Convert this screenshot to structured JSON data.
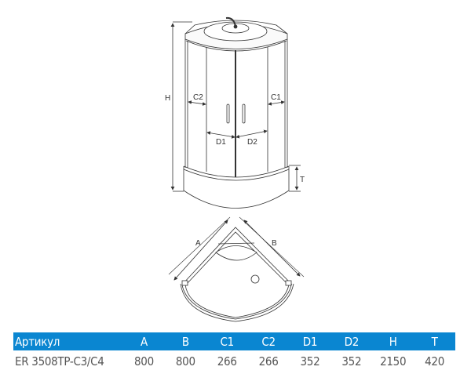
{
  "drawing": {
    "front_view_labels": {
      "height": "H",
      "tray_height": "T",
      "side_left": "C2",
      "side_right": "C1",
      "door_left": "D1",
      "door_right": "D2"
    },
    "top_view_labels": {
      "side_a": "A",
      "side_b": "B"
    }
  },
  "table": {
    "headers": [
      "Артикул",
      "A",
      "B",
      "C1",
      "C2",
      "D1",
      "D2",
      "H",
      "T"
    ],
    "rows": [
      [
        "ER 3508TP-C3/C4",
        "800",
        "800",
        "266",
        "266",
        "352",
        "352",
        "2150",
        "420"
      ]
    ],
    "header_color": "#0a86d1"
  }
}
